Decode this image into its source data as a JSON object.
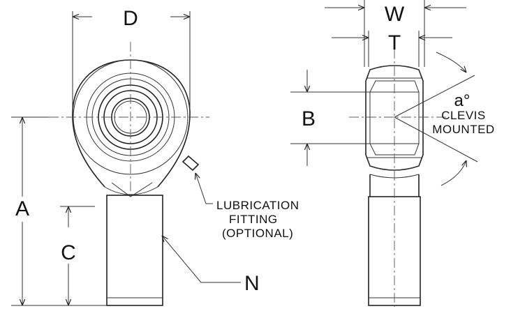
{
  "labels": {
    "D": "D",
    "A": "A",
    "C": "C",
    "N": "N",
    "W": "W",
    "T": "T",
    "B": "B",
    "angle": "a°",
    "lub_line1": "LUBRICATION",
    "lub_line2": "FITTING",
    "lub_line3": "(OPTIONAL)",
    "clevis_line1": "CLEVIS",
    "clevis_line2": "MOUNTED"
  },
  "colors": {
    "line": "#222222",
    "background": "#ffffff"
  }
}
